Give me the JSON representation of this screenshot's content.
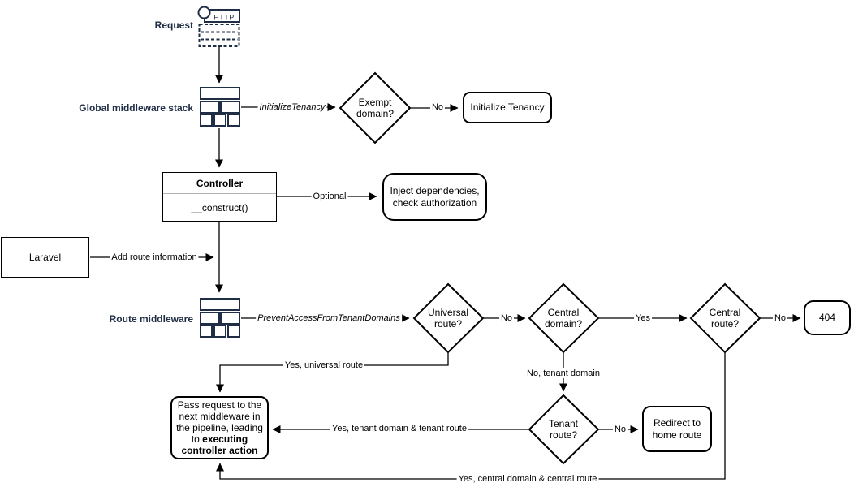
{
  "colors": {
    "accent_navy": "#1f2d45",
    "line": "#000000",
    "node_fill": "#ffffff",
    "uml_divider": "#b3b3b3"
  },
  "icons": {
    "request": "http-request-icon",
    "request_icon_text": "HTTP",
    "global_middleware": "middleware-stack-icon",
    "route_middleware": "middleware-stack-icon"
  },
  "nodes": {
    "request": {
      "label": "Request"
    },
    "global_middleware": {
      "label": "Global middleware stack"
    },
    "exempt_domain": {
      "label": "Exempt domain?"
    },
    "initialize_tenancy": {
      "label": "Initialize Tenancy"
    },
    "controller": {
      "title": "Controller",
      "method": "__construct()"
    },
    "inject_dependencies": {
      "label": "Inject dependencies, check authorization"
    },
    "laravel": {
      "label": "Laravel"
    },
    "route_middleware": {
      "label": "Route middleware"
    },
    "universal_route": {
      "label": "Universal route?"
    },
    "central_domain": {
      "label": "Central domain?"
    },
    "central_route": {
      "label": "Central route?"
    },
    "not_found": {
      "label": "404"
    },
    "tenant_route": {
      "label": "Tenant route?"
    },
    "redirect_home": {
      "label": "Redirect to home route"
    },
    "pass_request": {
      "text": "Pass request to the next middleware in the pipeline, leading to ",
      "bold_text": "executing controller action"
    }
  },
  "edges": {
    "initialize_tenancy_middleware": "InitializeTenancy",
    "exempt_no": "No",
    "optional": "Optional",
    "add_route_information": "Add route information",
    "prevent_access_middleware": "PreventAccessFromTenantDomains",
    "universal_no": "No",
    "central_domain_yes": "Yes",
    "central_route_no": "No",
    "universal_yes": "Yes, universal route",
    "central_domain_no": "No, tenant domain",
    "tenant_no": "No",
    "tenant_yes": "Yes, tenant domain & tenant route",
    "central_route_yes": "Yes, central domain & central route"
  }
}
